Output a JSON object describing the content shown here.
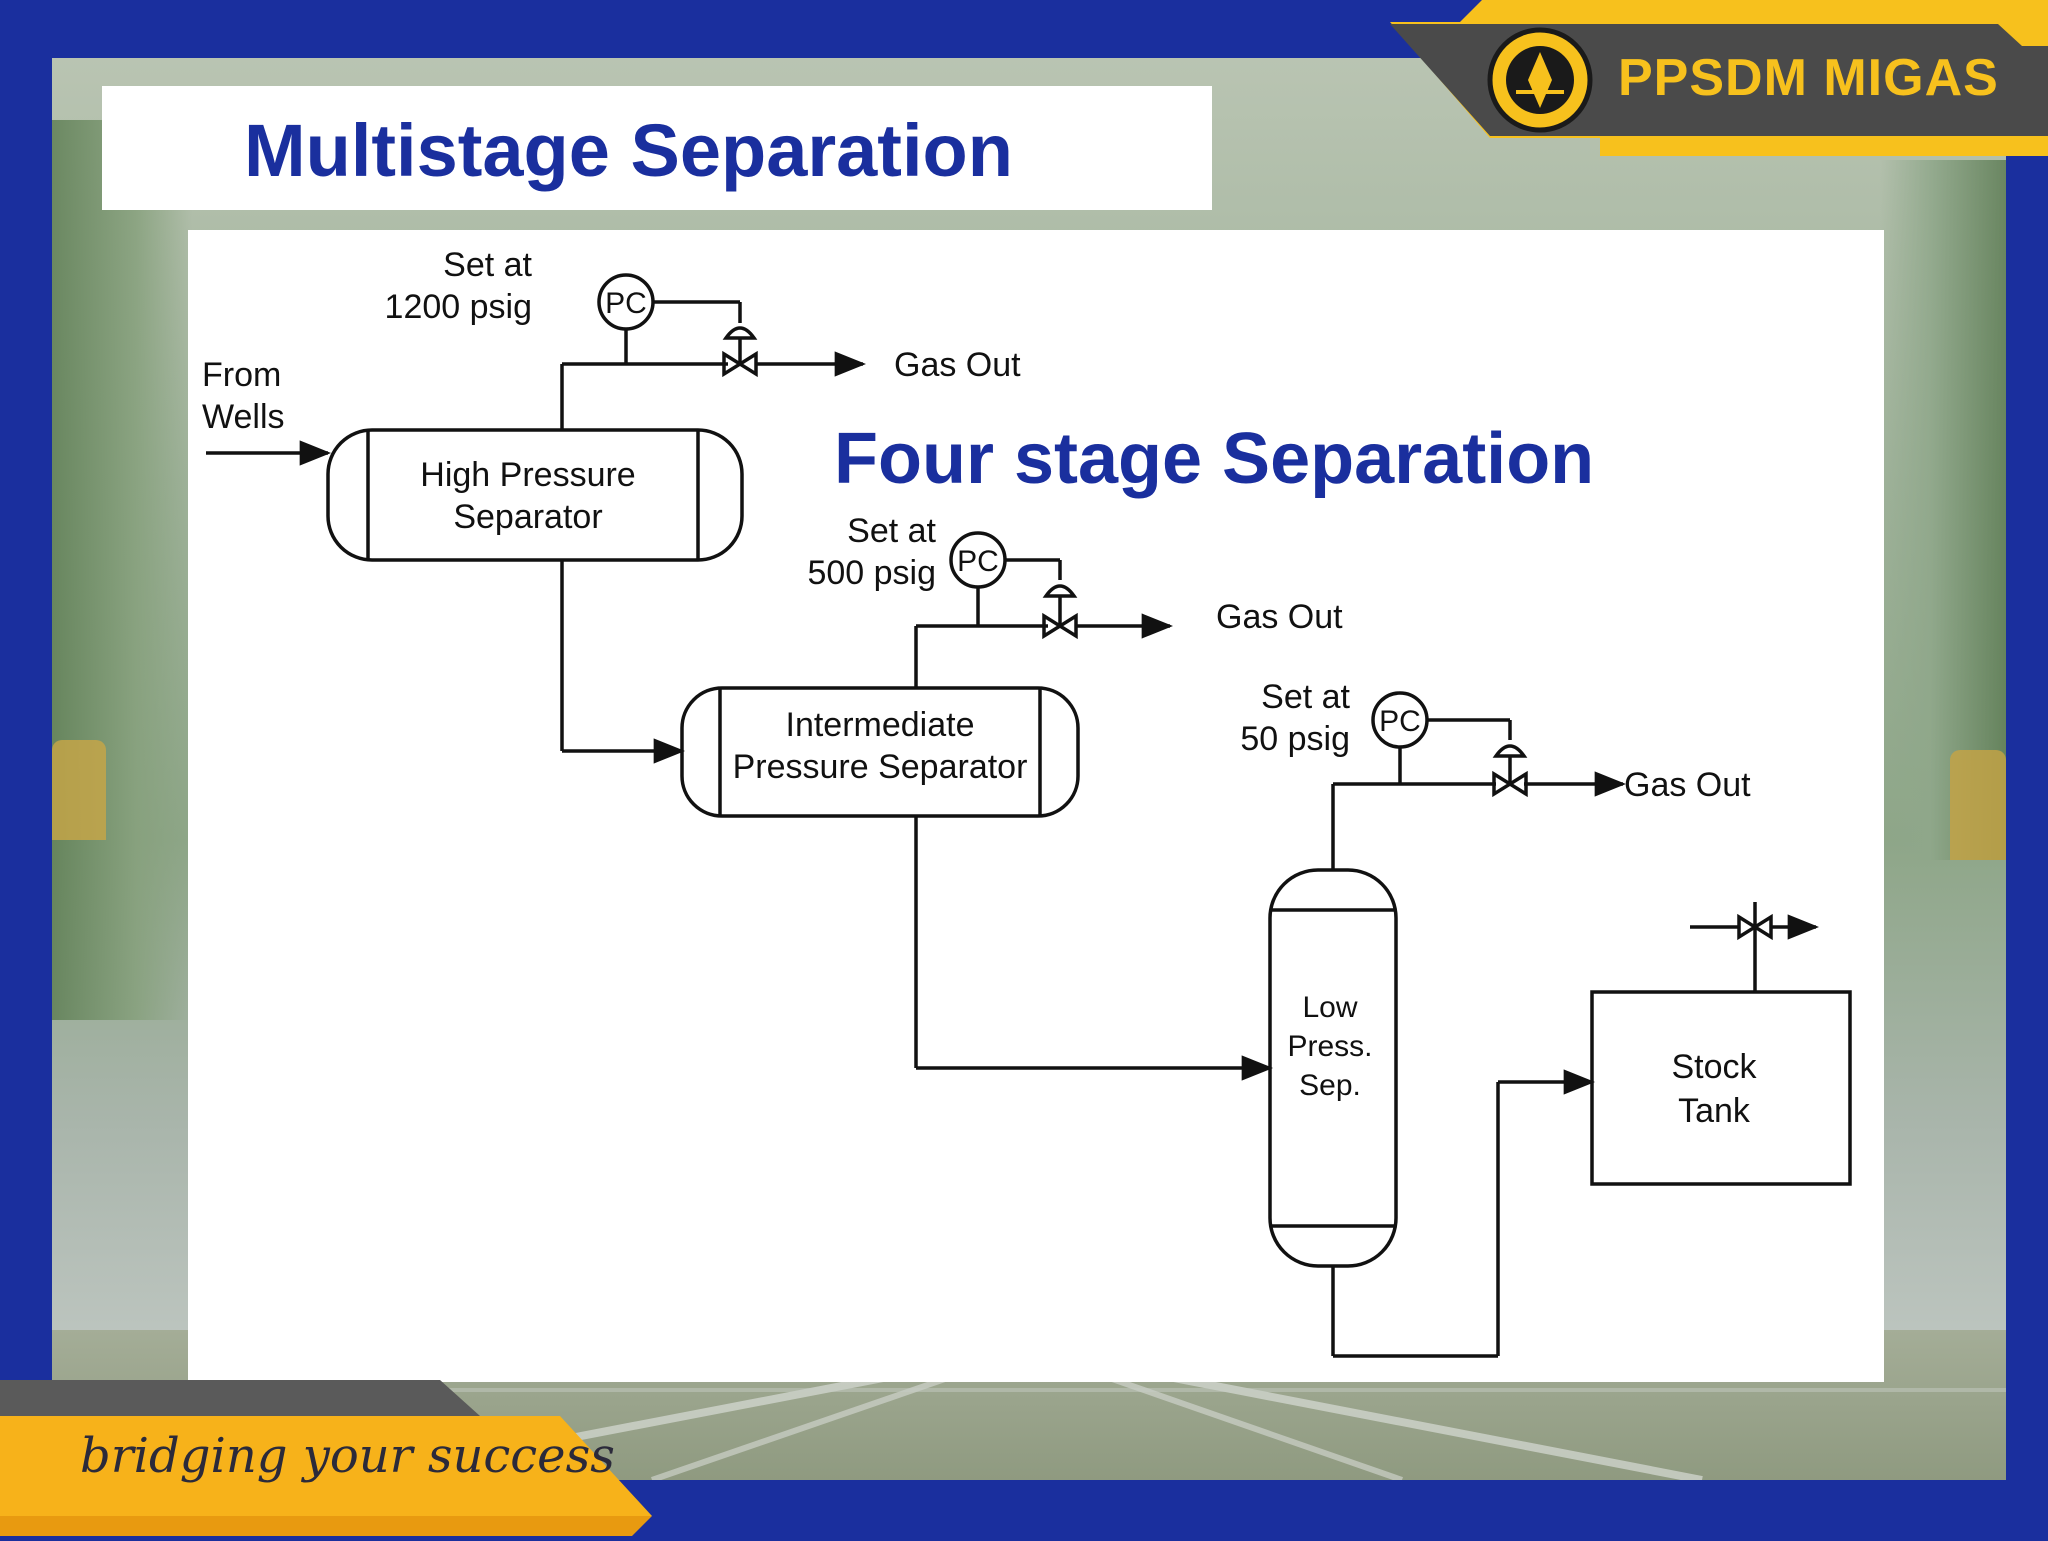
{
  "slide": {
    "title": "Multistage Separation",
    "subtitle": "Four stage Separation",
    "brand": "PPSDM MIGAS",
    "tagline": "bridging your success",
    "colors": {
      "frame": "#1a2f9e",
      "accent": "#f7c11d",
      "title": "#1a2f9e"
    }
  },
  "diagram": {
    "inlet": {
      "line1": "From",
      "line2": "Wells"
    },
    "hp_separator": {
      "line1": "High Pressure",
      "line2": "Separator",
      "set_line1": "Set at",
      "set_line2": "1200 psig"
    },
    "ip_separator": {
      "line1": "Intermediate",
      "line2": "Pressure Separator",
      "set_line1": "Set at",
      "set_line2": "500 psig"
    },
    "lp_separator": {
      "line1": "Low",
      "line2": "Press.",
      "line3": "Sep.",
      "set_line1": "Set at",
      "set_line2": "50 psig"
    },
    "stock_tank": {
      "line1": "Stock",
      "line2": "Tank"
    },
    "controller_label": "PC",
    "gas_out": "Gas Out"
  }
}
